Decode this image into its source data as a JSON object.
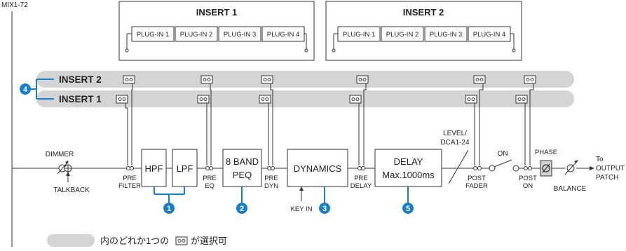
{
  "channel_label": "MIX1-72",
  "insert_panels": [
    {
      "title": "INSERT 1",
      "plugins": [
        "PLUG-IN 1",
        "PLUG-IN 2",
        "PLUG-IN 3",
        "PLUG-IN 4"
      ]
    },
    {
      "title": "INSERT 2",
      "plugins": [
        "PLUG-IN 1",
        "PLUG-IN 2",
        "PLUG-IN 3",
        "PLUG-IN 4"
      ]
    }
  ],
  "buses": {
    "insert2": "INSERT 2",
    "insert1": "INSERT 1",
    "badge": "4"
  },
  "processing": {
    "hpf": "HPF",
    "lpf": "LPF",
    "peq_line1": "8 BAND",
    "peq_line2": "PEQ",
    "dynamics": "DYNAMICS",
    "delay_line1": "DELAY",
    "delay_line2": "Max.1000ms"
  },
  "signal_labels": {
    "dimmer": "DIMMER",
    "talkback": "TALKBACK",
    "key_in": "KEY IN",
    "level_line1": "LEVEL/",
    "level_line2": "DCA1-24",
    "on": "ON",
    "phase": "PHASE",
    "balance": "BALANCE",
    "to_line1": "To",
    "to_line2": "OUTPUT",
    "to_line3": "PATCH"
  },
  "points": {
    "pre_filter": [
      "PRE",
      "FILTER"
    ],
    "pre_eq": [
      "PRE",
      "EQ"
    ],
    "pre_dyn": [
      "PRE",
      "DYN"
    ],
    "pre_delay": [
      "PRE",
      "DELAY"
    ],
    "post_fader": [
      "POST",
      "FADER"
    ],
    "post_on": [
      "POST",
      "ON"
    ]
  },
  "badges": {
    "filter": "1",
    "peq": "2",
    "dynamics": "3",
    "delay": "5"
  },
  "legend": {
    "text": "内のどれか1つの",
    "suffix": "が選択可"
  },
  "colors": {
    "accent": "#1a7fc4",
    "bus_fill": "#d2d4d6",
    "line": "#333333"
  }
}
